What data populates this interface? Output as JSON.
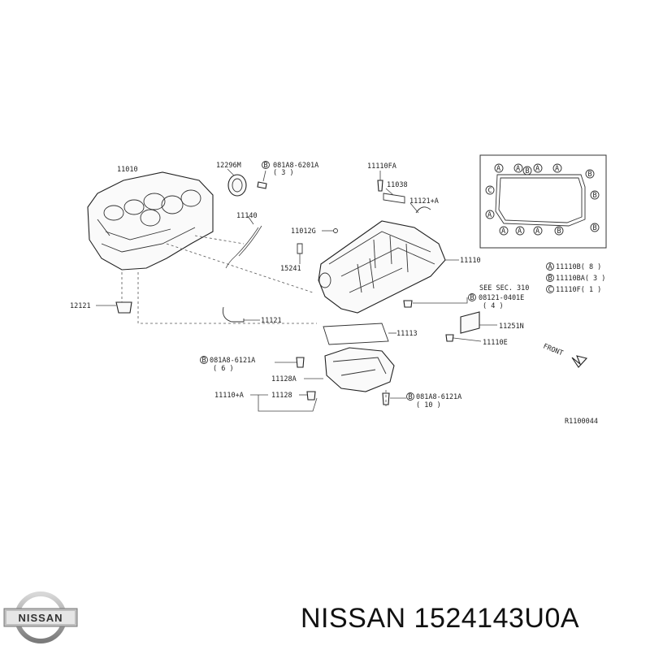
{
  "diagram": {
    "labels": {
      "p11010": "11010",
      "p12296m": "12296M",
      "b081a8_6201a": "081A8-6201A",
      "q3": "( 3 )",
      "p11110fa": "11110FA",
      "p11038": "11038",
      "p11121a": "11121+A",
      "p11140": "11140",
      "p11012g": "11012G",
      "p15241": "15241",
      "p11110": "11110",
      "p12121": "12121",
      "p11121": "11121",
      "p11113": "11113",
      "see_sec": "SEE SEC. 310",
      "b08121_0401e": "08121-0401E",
      "q4": "( 4 )",
      "p11251n": "11251N",
      "p11110e": "11110E",
      "b081a8_6121a": "081A8-6121A",
      "q6": "( 6 )",
      "p11128a": "11128A",
      "p11110a": "11110+A",
      "p11128": "11128",
      "b081a8_6121a_2": "081A8-6121A",
      "q10": "( 10 )",
      "l11110b": "11110B( 8 )",
      "l11110ba": "11110BA( 3 )",
      "l11110f": "11110F( 1 )",
      "front": "FRONT",
      "ref": "R1100044"
    },
    "circle_letters": {
      "a": "A",
      "b": "B",
      "c": "C"
    }
  },
  "caption": {
    "brand": "NISSAN",
    "part_number": "1524143U0A",
    "full": "NISSAN 1524143U0A"
  },
  "logo": {
    "text": "NISSAN"
  }
}
